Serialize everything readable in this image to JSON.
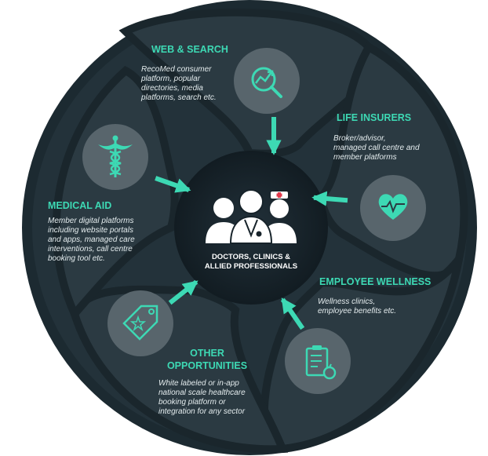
{
  "colors": {
    "accent": "#3dd9b4",
    "outer_ring": "#1c2a31",
    "segment": "#26343c",
    "center": "#17232a",
    "icon_circle": "#58656c",
    "text_light": "#e4ecee"
  },
  "center": {
    "icon": "medical-staff-icon",
    "line1": "DOCTORS, CLINICS &",
    "line2": "ALLIED PROFESSIONALS"
  },
  "segments": [
    {
      "id": "web",
      "title": "WEB & SEARCH",
      "icon": "search-chart-icon",
      "desc": [
        "RecoMed consumer",
        "platform, popular",
        "directories, media",
        "platforms, search etc."
      ]
    },
    {
      "id": "life",
      "title": "LIFE INSURERS",
      "icon": "heart-pulse-icon",
      "desc": [
        "Broker/advisor,",
        "managed call centre and",
        "member platforms"
      ]
    },
    {
      "id": "employee",
      "title": "EMPLOYEE WELLNESS",
      "icon": "clipboard-apple-icon",
      "desc": [
        "Wellness clinics,",
        "employee benefits etc."
      ]
    },
    {
      "id": "other",
      "title_line1": "OTHER",
      "title_line2": "OPPORTUNITIES",
      "icon": "price-tag-icon",
      "desc": [
        "White labeled or in-app",
        "national scale healthcare",
        "booking platform or",
        "integration for any sector"
      ]
    },
    {
      "id": "medical",
      "title": "MEDICAL AID",
      "icon": "caduceus-icon",
      "desc": [
        "Member digital platforms",
        "including website portals",
        "and apps, managed care",
        "interventions, call centre",
        "booking tool etc."
      ]
    }
  ]
}
